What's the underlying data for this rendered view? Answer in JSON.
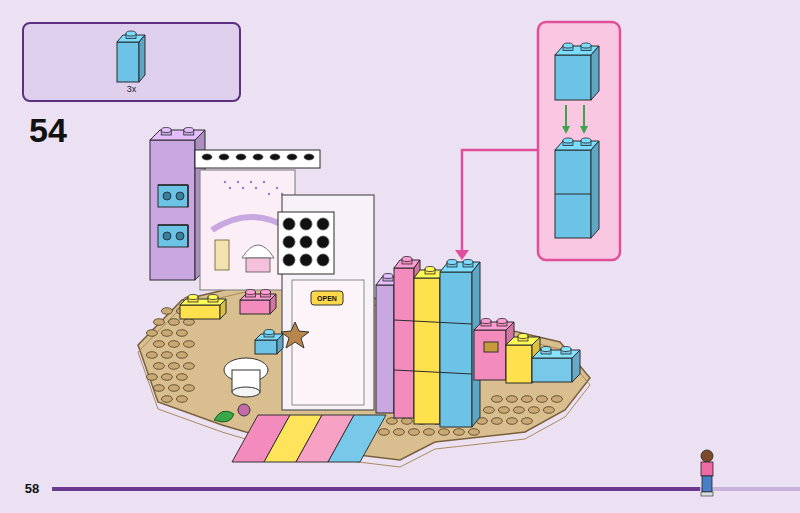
{
  "diagram": {
    "nodes": [
      {
        "text": [
          "3x"
        ]
      }
    ],
    "labels": [
      "54",
      "OPEN",
      "58"
    ]
  }
}
